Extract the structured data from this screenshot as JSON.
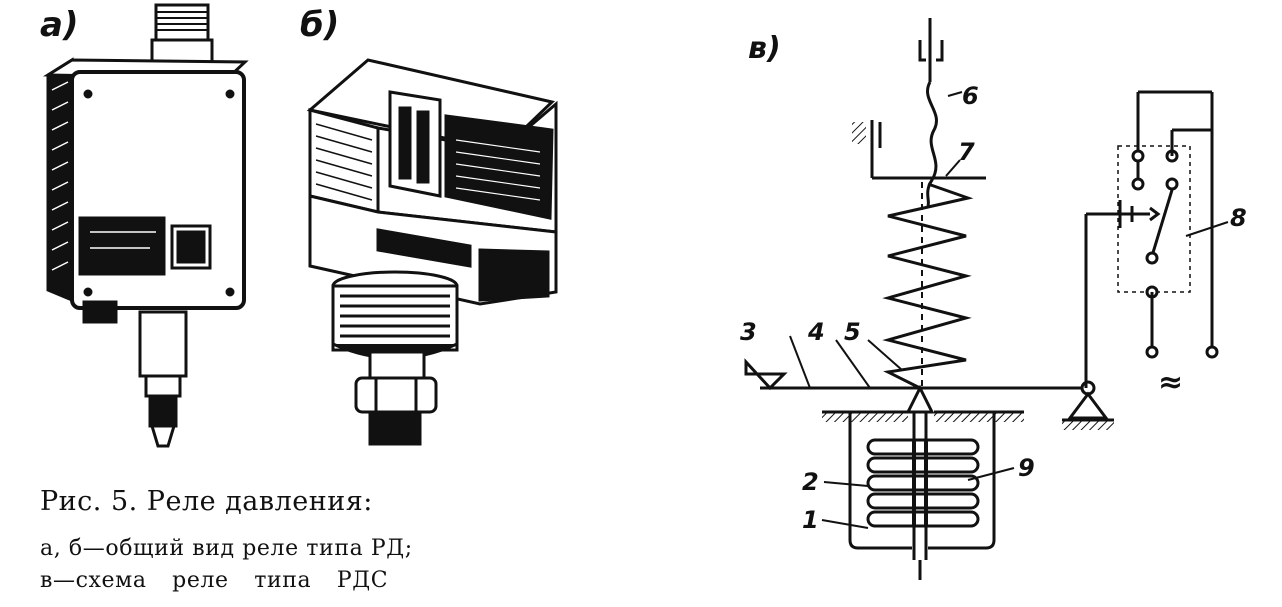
{
  "panels": {
    "a": "а)",
    "b": "б)",
    "c": "в)"
  },
  "callouts": {
    "n1": "1",
    "n2": "2",
    "n3": "3",
    "n4": "4",
    "n5": "5",
    "n6": "6",
    "n7": "7",
    "n8": "8",
    "n9": "9",
    "ac": "≈"
  },
  "caption": {
    "title": "Рис. 5. Реле давления:",
    "line1": "а, б—общий вид реле типа РД;",
    "line2": "в—схема реле типа РДС"
  }
}
